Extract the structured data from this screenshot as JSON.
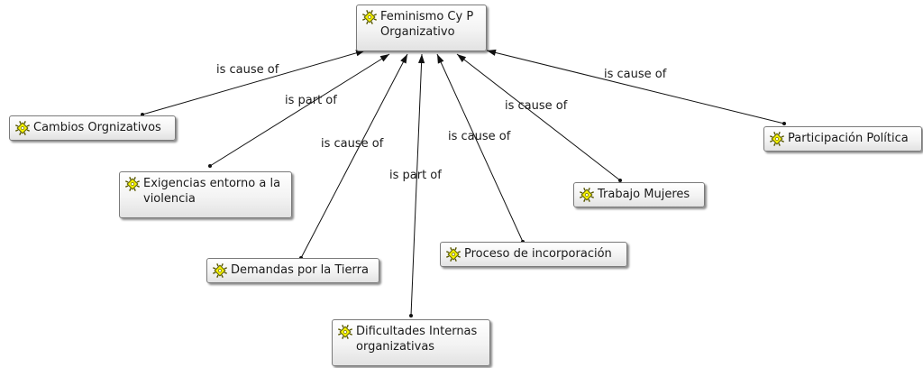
{
  "nodes": [
    {
      "id": "center",
      "label": "Feminismo Cy P\nOrganizativo",
      "icon": "concept-icon"
    },
    {
      "id": "cambios",
      "label": "Cambios Orgnizativos",
      "icon": "concept-icon"
    },
    {
      "id": "exigencias",
      "label": "Exigencias entorno a la\nviolencia",
      "icon": "concept-icon"
    },
    {
      "id": "demandas",
      "label": "Demandas por la Tierra",
      "icon": "concept-icon"
    },
    {
      "id": "dificultades",
      "label": "Dificultades Internas\norganizativas",
      "icon": "concept-icon"
    },
    {
      "id": "proceso",
      "label": "Proceso de incorporación",
      "icon": "concept-icon"
    },
    {
      "id": "trabajo",
      "label": "Trabajo Mujeres",
      "icon": "concept-icon"
    },
    {
      "id": "participacion",
      "label": "Participación Política",
      "icon": "concept-icon"
    }
  ],
  "edges": [
    {
      "from": "cambios",
      "to": "center",
      "label": "is cause of"
    },
    {
      "from": "exigencias",
      "to": "center",
      "label": "is part of"
    },
    {
      "from": "demandas",
      "to": "center",
      "label": "is cause of"
    },
    {
      "from": "dificultades",
      "to": "center",
      "label": "is part of"
    },
    {
      "from": "proceso",
      "to": "center",
      "label": "is cause of"
    },
    {
      "from": "trabajo",
      "to": "center",
      "label": "is cause of"
    },
    {
      "from": "participacion",
      "to": "center",
      "label": "is cause of"
    }
  ],
  "colors": {
    "icon_fill": "#f5f200",
    "icon_stroke": "#5a5a00",
    "edge": "#111111"
  }
}
